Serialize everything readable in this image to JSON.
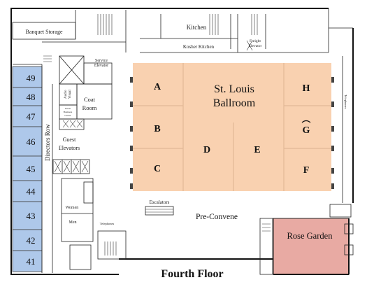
{
  "floor_title": "Fourth Floor",
  "colors": {
    "ballroom": "#f9d1b0",
    "rose_garden": "#e8aaa3",
    "directors_row": "#aec8ea",
    "ballroom_grid": "#e2b896",
    "walls": "#111111"
  },
  "ballroom": {
    "title_line1": "St. Louis",
    "title_line2": "Ballroom",
    "sections": [
      "A",
      "B",
      "C",
      "D",
      "E",
      "H",
      "G",
      "F"
    ]
  },
  "rose_garden": {
    "label": "Rose Garden"
  },
  "directors_row": {
    "label": "Directors Row",
    "rooms": [
      "49",
      "48",
      "47",
      "46",
      "45",
      "44",
      "43",
      "42",
      "41"
    ]
  },
  "labels": {
    "banquet_storage": "Banquet Storage",
    "kitchen": "Kitchen",
    "kosher_kitchen": "Kosher Kitchen",
    "freight_elevator_1": "Freight",
    "freight_elevator_2": "Elevator",
    "service_elevator_1": "Service",
    "service_elevator_2": "Elevator",
    "audio_visual_1": "Audio",
    "audio_visual_2": "Visual",
    "coat_room_1": "Coat",
    "coat_room_2": "Room",
    "guest_business_center_1": "Guest",
    "guest_business_center_2": "Business",
    "guest_business_center_3": "Center",
    "guest_elevators_1": "Guest",
    "guest_elevators_2": "Elevators",
    "women": "Women",
    "men": "Men",
    "telephones_left": "Telephones",
    "telephones_right": "Telephones",
    "escalators": "Escalators",
    "pre_convene": "Pre-Convene"
  }
}
